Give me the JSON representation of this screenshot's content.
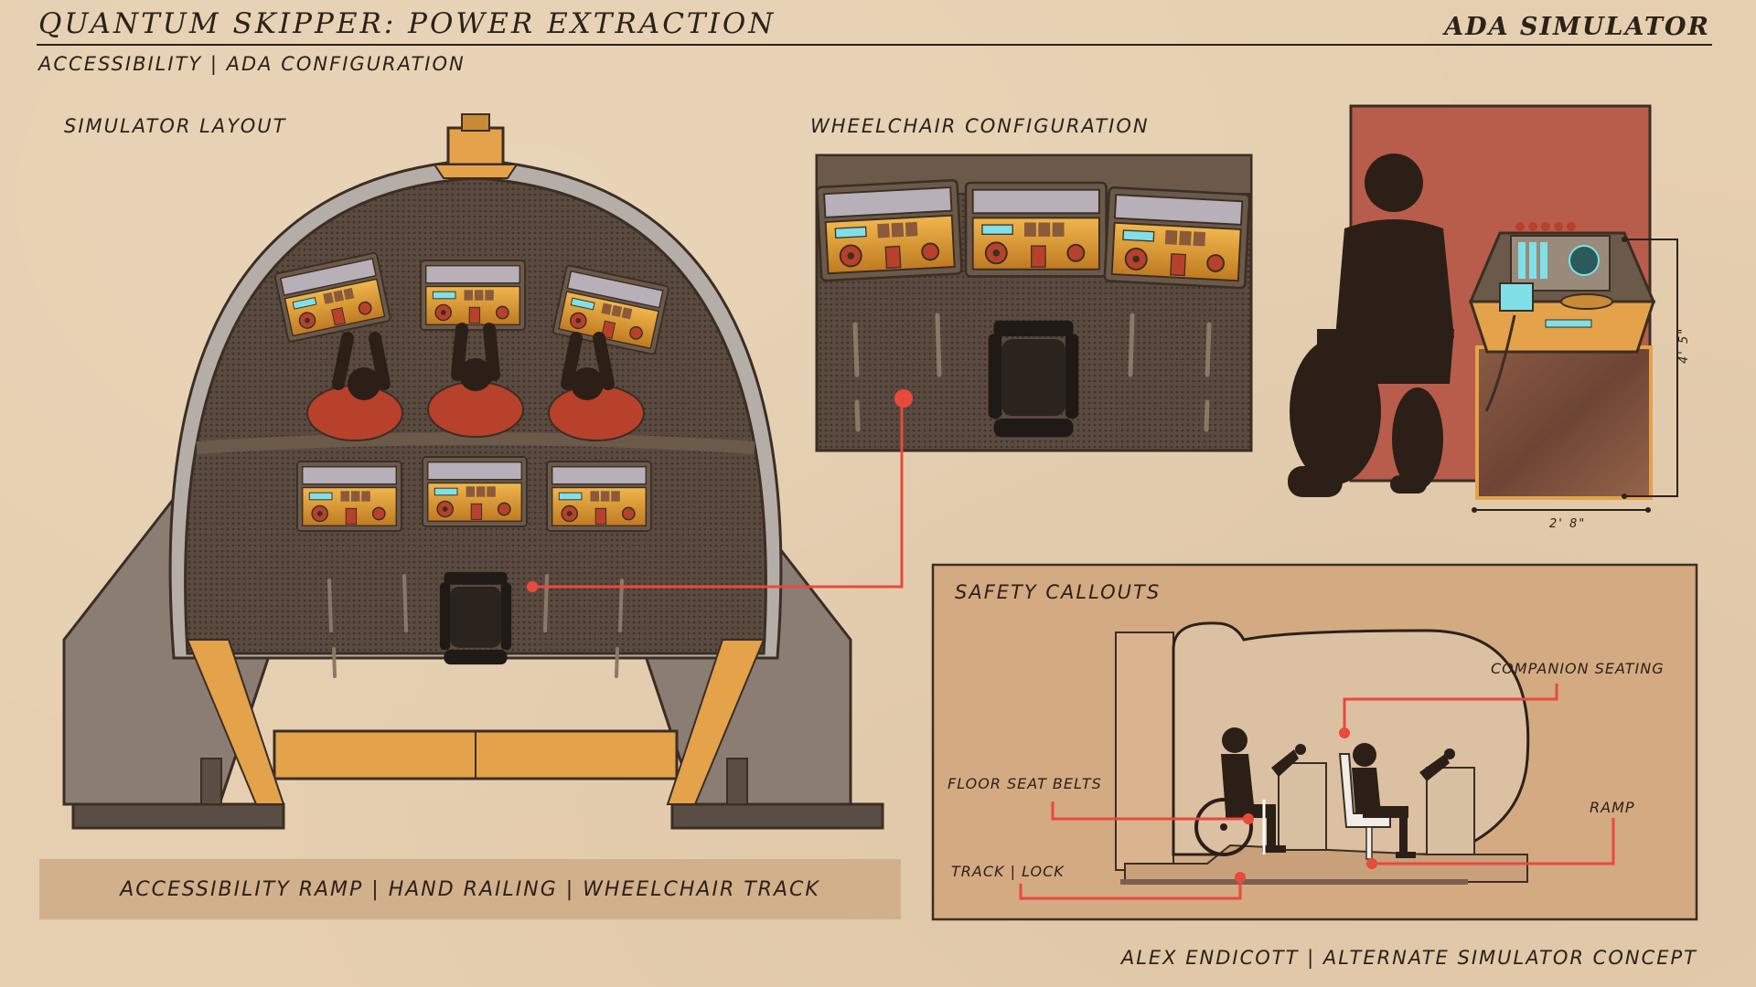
{
  "header": {
    "title": "QUANTUM SKIPPER: POWER EXTRACTION",
    "brand": "ADA SIMULATOR",
    "subtitle": "ACCESSIBILITY | ADA CONFIGURATION"
  },
  "sections": {
    "layout": "SIMULATOR LAYOUT",
    "wheelchair": "WHEELCHAIR CONFIGURATION",
    "safety": "SAFETY CALLOUTS"
  },
  "dimensions": {
    "height": "4' 5\"",
    "width": "2' 8\""
  },
  "callouts": {
    "companion": "COMPANION SEATING",
    "belts": "FLOOR SEAT BELTS",
    "ramp": "RAMP",
    "track": "TRACK | LOCK"
  },
  "banner": "ACCESSIBILITY RAMP | HAND RAILING | WHEELCHAIR TRACK",
  "footer": "ALEX ENDICOTT | ALTERNATE SIMULATOR CONCEPT",
  "colors": {
    "paper": "#e6cfb0",
    "ink": "#2b2219",
    "accent_red": "#e84a3c",
    "gold": "#d99a2b",
    "seat_red": "#b8412c",
    "grate": "#5a4a40"
  }
}
